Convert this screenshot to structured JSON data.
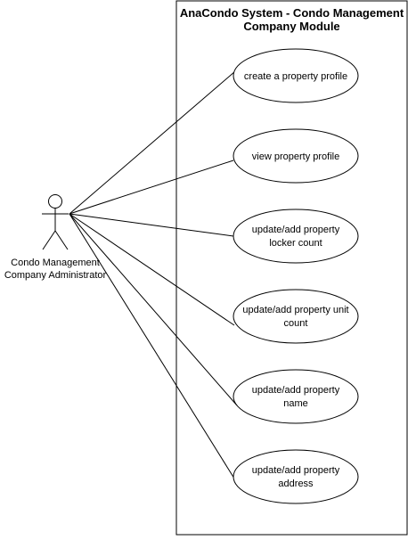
{
  "diagram": {
    "type": "use-case",
    "system": {
      "title_lines": [
        "AnaCondo System - Condo Management",
        "Company Module"
      ]
    },
    "actor": {
      "name_lines": [
        "Condo Management",
        "Company Administrator"
      ]
    },
    "use_cases": [
      {
        "lines": [
          "create a property profile"
        ]
      },
      {
        "lines": [
          "view property profile"
        ]
      },
      {
        "lines": [
          "update/add property",
          "locker count"
        ]
      },
      {
        "lines": [
          "update/add property unit",
          "count"
        ]
      },
      {
        "lines": [
          "update/add property",
          "name"
        ]
      },
      {
        "lines": [
          "update/add property",
          "address"
        ]
      }
    ],
    "colors": {
      "stroke": "#000000",
      "fill": "#ffffff",
      "background": "#ffffff"
    }
  }
}
